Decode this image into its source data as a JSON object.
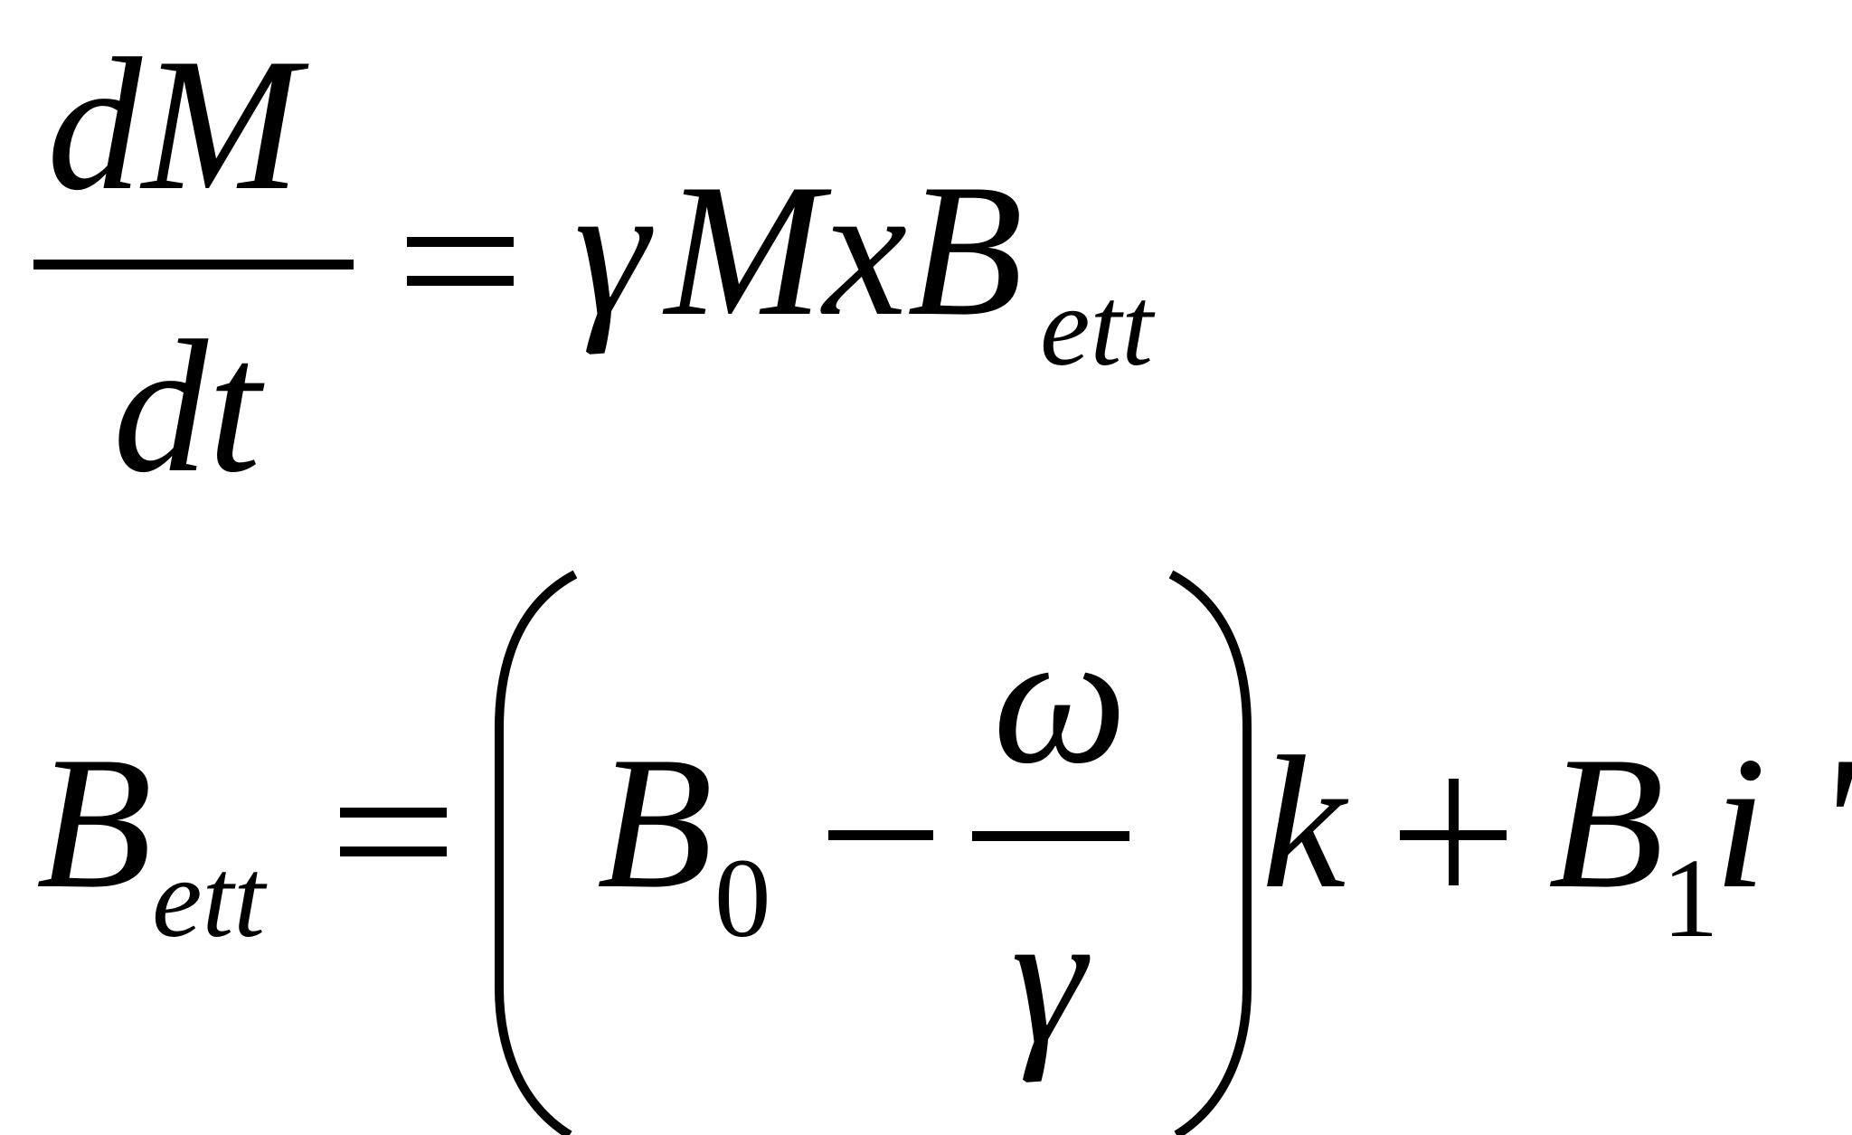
{
  "equation_1": {
    "numerator": "dM",
    "denominator": "dt",
    "equals": "=",
    "rhs_gamma": "γ",
    "rhs_main": "MxB",
    "rhs_subscript": "ett"
  },
  "equation_2": {
    "lhs_main": "B",
    "lhs_subscript": "ett",
    "equals": "=",
    "paren_b": "B",
    "paren_b_subscript": "0",
    "minus": "−",
    "frac_numerator": "ω",
    "frac_denominator": "γ",
    "k": "k",
    "plus": "+",
    "b1": "B",
    "b1_subscript": "1",
    "i_prime": "i '"
  },
  "colors": {
    "text": "#000000",
    "background": "#ffffff"
  }
}
